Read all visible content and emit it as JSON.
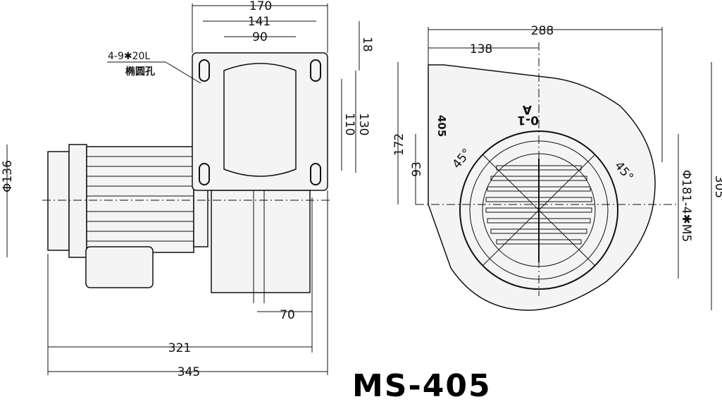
{
  "side_view": {
    "dims": {
      "width_170": "170",
      "width_141": "141",
      "width_90": "90",
      "height_18": "18",
      "height_110": "110",
      "height_130": "130",
      "diameter_136": "Φ136",
      "depth_70": "70",
      "length_321": "321",
      "length_345": "345"
    },
    "hole_note": "4-9✱20L",
    "hole_note_cn": "椭圆孔"
  },
  "front_view": {
    "dims": {
      "width_288": "288",
      "width_138": "138",
      "height_172": "172",
      "height_93": "93",
      "angle_left": "45°",
      "angle_right": "45°",
      "height_305": "305",
      "bolt_circle": "Φ181-4✱M5"
    },
    "casing_marks": {
      "letter": "A",
      "code": "0-1",
      "number": "405"
    }
  },
  "model_name": "MS-405"
}
